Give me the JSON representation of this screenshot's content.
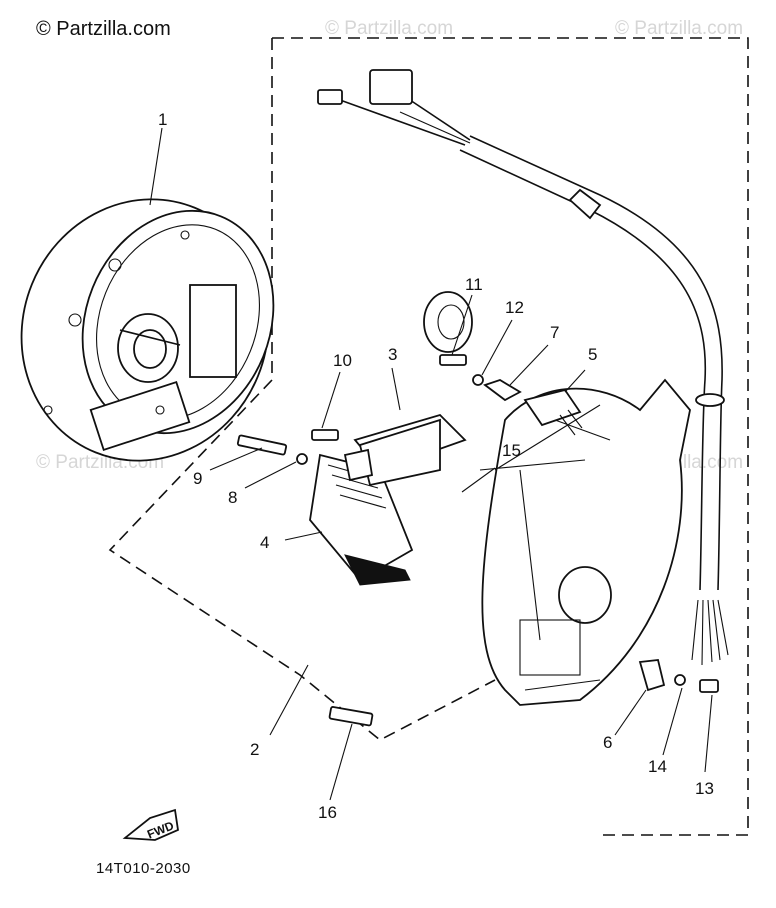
{
  "watermark": {
    "main": "© Partzilla.com",
    "faint": [
      "© Partzilla.com",
      "© Partzilla.com",
      "© Partzilla.com",
      "© Partzilla.com"
    ]
  },
  "callouts": [
    "1",
    "2",
    "3",
    "4",
    "5",
    "6",
    "7",
    "8",
    "9",
    "10",
    "11",
    "12",
    "13",
    "14",
    "15",
    "16"
  ],
  "fwd_label": "FWD",
  "drawing_code": "14T010-2030"
}
